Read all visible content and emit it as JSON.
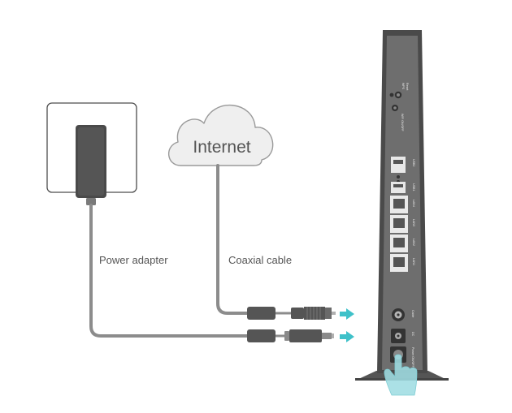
{
  "labels": {
    "cloud": "Internet",
    "power_adapter": "Power adapter",
    "coaxial_cable": "Coaxial cable"
  },
  "router_port_labels": {
    "reset": "Reset",
    "wps": "WPS",
    "wifi_onoff": "WiFi ON/OFF",
    "usb2": "USB2",
    "usb1": "USB1",
    "lan4": "LAN4",
    "lan3": "LAN3",
    "lan2": "LAN2",
    "lan1": "LAN1",
    "cable": "Cable",
    "dc": "DC",
    "power_onoff": "Power ON/OFF"
  },
  "colors": {
    "line": "#8c8c8c",
    "router_body": "#4a4a4a",
    "router_panel": "#6e6e6e",
    "arrow": "#3fc1c9",
    "cloud_fill": "#efefef",
    "cloud_stroke": "#9a9a9a"
  },
  "icons": [
    "cloud-icon",
    "power-adapter-icon",
    "arrow-right-icon",
    "hand-pointer-icon"
  ]
}
